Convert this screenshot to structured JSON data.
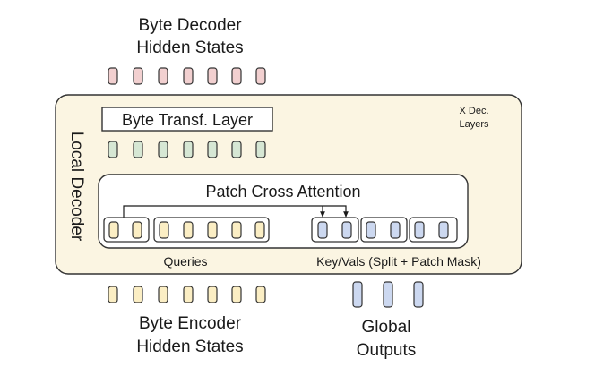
{
  "decoder_output": {
    "label_line1": "Byte Decoder",
    "label_line2": "Hidden States",
    "color": "#f2d0d0"
  },
  "local_decoder": {
    "label": "Local Decoder",
    "repeat_label_line1": "X Dec.",
    "repeat_label_line2": "Layers",
    "color": "#fbf5e2"
  },
  "byte_layer": {
    "label": "Byte Transf. Layer",
    "state_color": "#d6e7d4"
  },
  "cross_attention": {
    "label": "Patch Cross Attention",
    "queries_label": "Queries",
    "keyvals_label": "Key/Vals (Split + Patch Mask)",
    "query_color": "#fbeec4",
    "key_color": "#ccd8f0"
  },
  "encoder_input": {
    "label_line1": "Byte Encoder",
    "label_line2": "Hidden States",
    "color": "#fbeec4"
  },
  "global_input": {
    "label_line1": "Global",
    "label_line2": "Outputs",
    "color": "#ccd8f0"
  }
}
